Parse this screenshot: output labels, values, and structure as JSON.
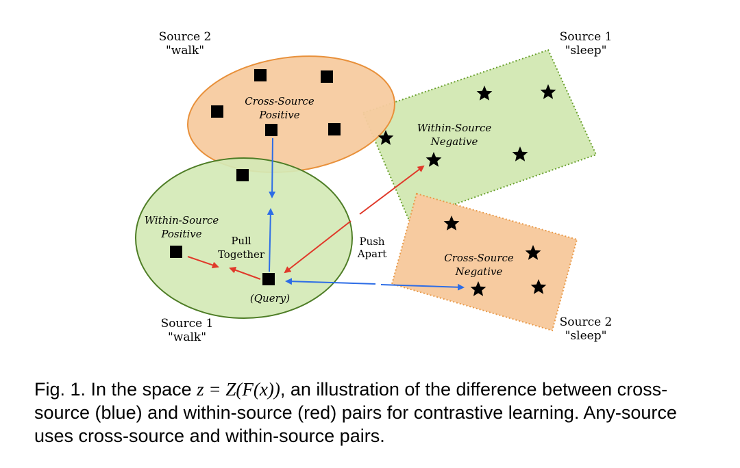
{
  "labels": {
    "top_left_source": "Source 2",
    "top_left_activity": "\"walk\"",
    "top_right_source": "Source 1",
    "top_right_activity": "\"sleep\"",
    "bottom_left_source": "Source 1",
    "bottom_left_activity": "\"walk\"",
    "bottom_right_source": "Source 2",
    "bottom_right_activity": "\"sleep\""
  },
  "regions": {
    "cross_source_positive": [
      "Cross-Source",
      "Positive"
    ],
    "within_source_negative": [
      "Within-Source",
      "Negative"
    ],
    "within_source_positive": [
      "Within-Source",
      "Positive"
    ],
    "cross_source_negative": [
      "Cross-Source",
      "Negative"
    ]
  },
  "annotations": {
    "pull_together": [
      "Pull",
      "Together"
    ],
    "push_apart": [
      "Push",
      "Apart"
    ],
    "query": "(Query)"
  },
  "colors": {
    "orange_fill": "#f7cba0",
    "orange_stroke": "#e8903a",
    "green_fill": "#d4e9b6",
    "green_stroke": "#4e7d26",
    "dotted_green": "#6aa02e",
    "dotted_orange": "#e89a4a",
    "blue_arrow": "#2d6de6",
    "red_arrow": "#e0392a"
  },
  "caption": {
    "prefix": "Fig. 1. In the space ",
    "math": "z = Z(F(x))",
    "suffix": ", an illustration of the difference between cross-source (blue) and within-source (red) pairs for contrastive learning. Any-source uses cross-source and within-source pairs."
  }
}
